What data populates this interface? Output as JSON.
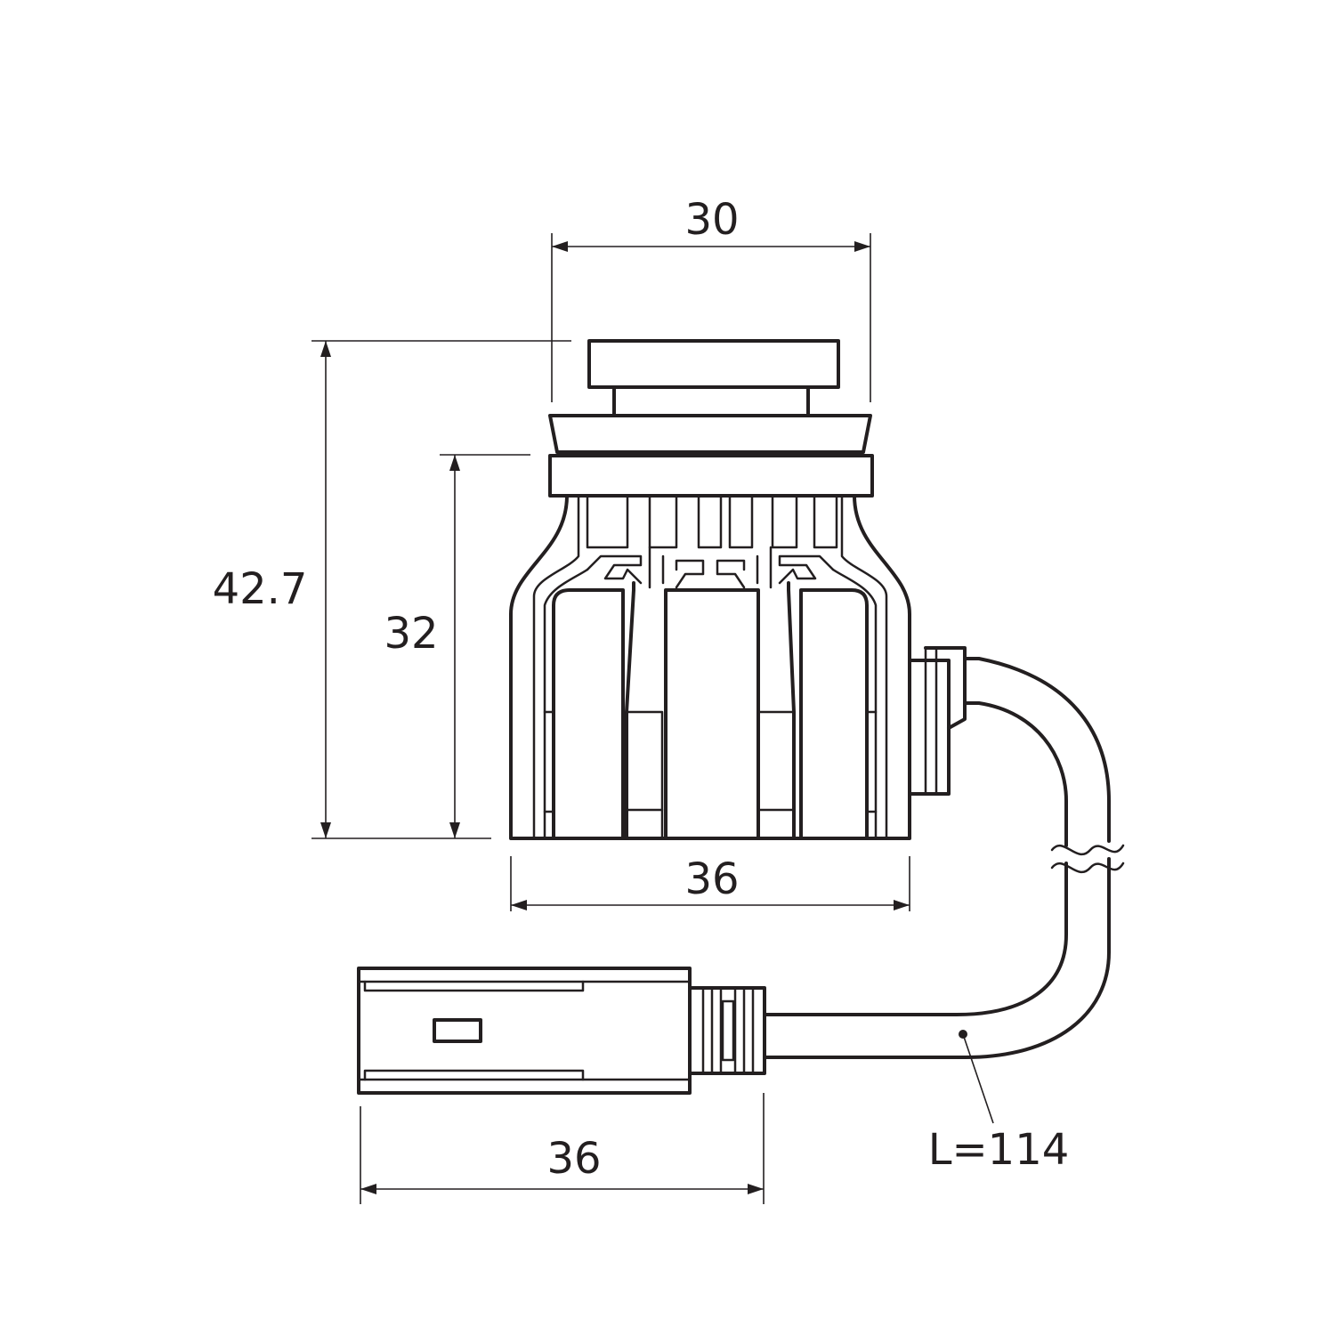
{
  "dimensions": {
    "top_width": "30",
    "total_height": "42.7",
    "body_height": "32",
    "body_width": "36",
    "connector_width": "36",
    "cable_length": "L=114"
  },
  "colors": {
    "line": "#231f20",
    "background": "#ffffff"
  }
}
